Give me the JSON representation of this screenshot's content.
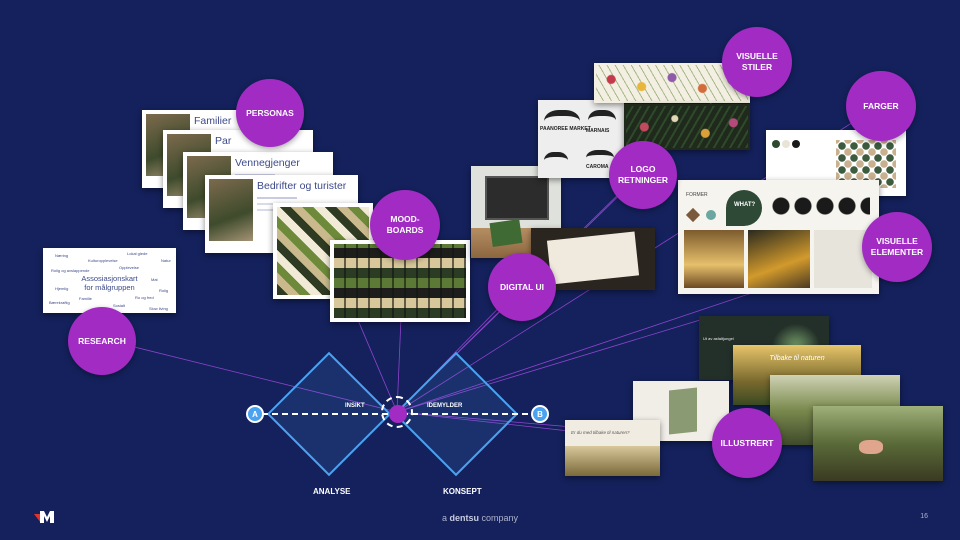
{
  "bubbles": {
    "personas": "PERSONAS",
    "moodboards": "MOOD-\nBOARDS",
    "research": "RESEARCH",
    "digital_ui": "DIGITAL UI",
    "logo": "LOGO\nRETNINGER",
    "visuelle_stiler": "VISUELLE\nSTILER",
    "farger": "FARGER",
    "visuelle_elementer": "VISUELLE\nELEMENTER",
    "illustrert": "ILLUSTRERT"
  },
  "personas": [
    "Familier",
    "Par",
    "Vennegjenger",
    "Bedrifter og turister"
  ],
  "assoc": {
    "title": "Assosiasjonskart\nfor målgruppen",
    "words": [
      "Næring",
      "Kulturopplevelse",
      "Lokal glede",
      "Natur",
      "Opplevelse",
      "Rolig og avslappende",
      "Mat",
      "Bærekraftig",
      "Familie",
      "Hjemlig",
      "Sosialt",
      "Rolig",
      "Ro og fred",
      "Slow living"
    ]
  },
  "diagram": {
    "point_a": "A",
    "point_b": "B",
    "insikt": "INSIKT",
    "idemylder": "IDEMYLDER",
    "analyse": "ANALYSE",
    "konsept": "KONSEPT"
  },
  "logo_texts": [
    "PAANOREE MARKET",
    "MARNAIS",
    "CAROMA"
  ],
  "farger_header": "FORMER",
  "mood_texts": [
    "WHAT?"
  ],
  "illustrert_texts": [
    "Tilbake til naturen",
    "Ut av asfaltjungel",
    "Er du med tilbake til naturen?"
  ],
  "footer": {
    "prefix": "a",
    "brand": "dentsu",
    "suffix": "company"
  },
  "page_number": "16",
  "colors": {
    "background": "#14215c",
    "accent": "#a22bc4",
    "diagram": "#4aa2f0"
  }
}
